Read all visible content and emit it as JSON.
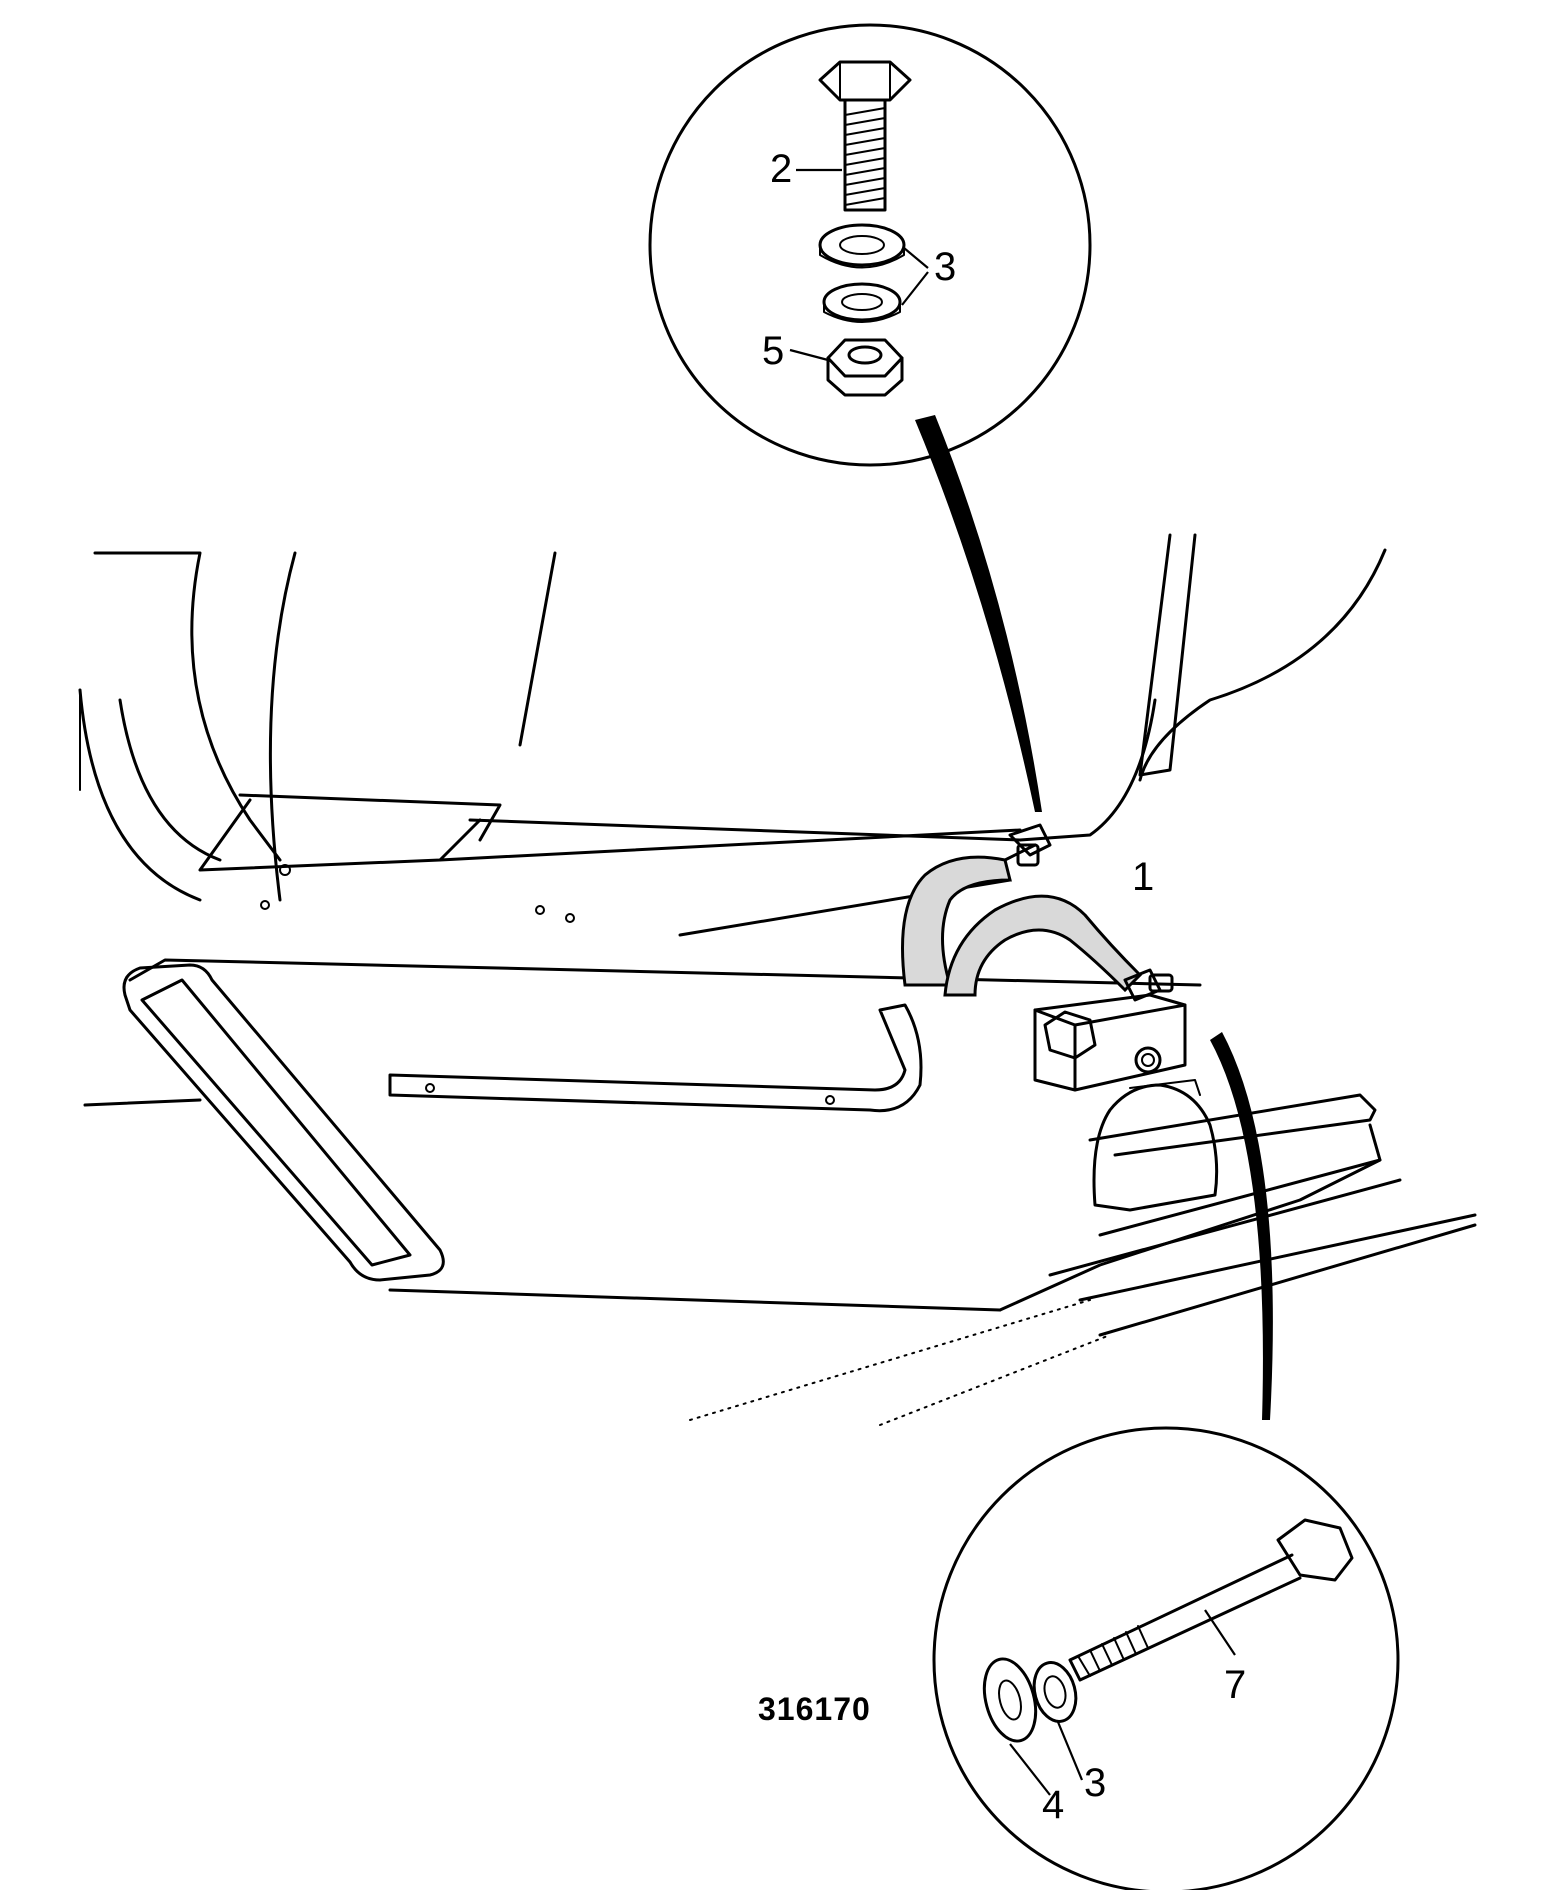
{
  "figure_number": "316170",
  "callouts": {
    "hose": "1",
    "bolt_top": "2",
    "washers_top": "3",
    "nut_top": "5",
    "washer_large": "4",
    "washer_small": "3",
    "bolt_long": "7"
  },
  "colors": {
    "line": "#000000",
    "background": "#ffffff"
  }
}
